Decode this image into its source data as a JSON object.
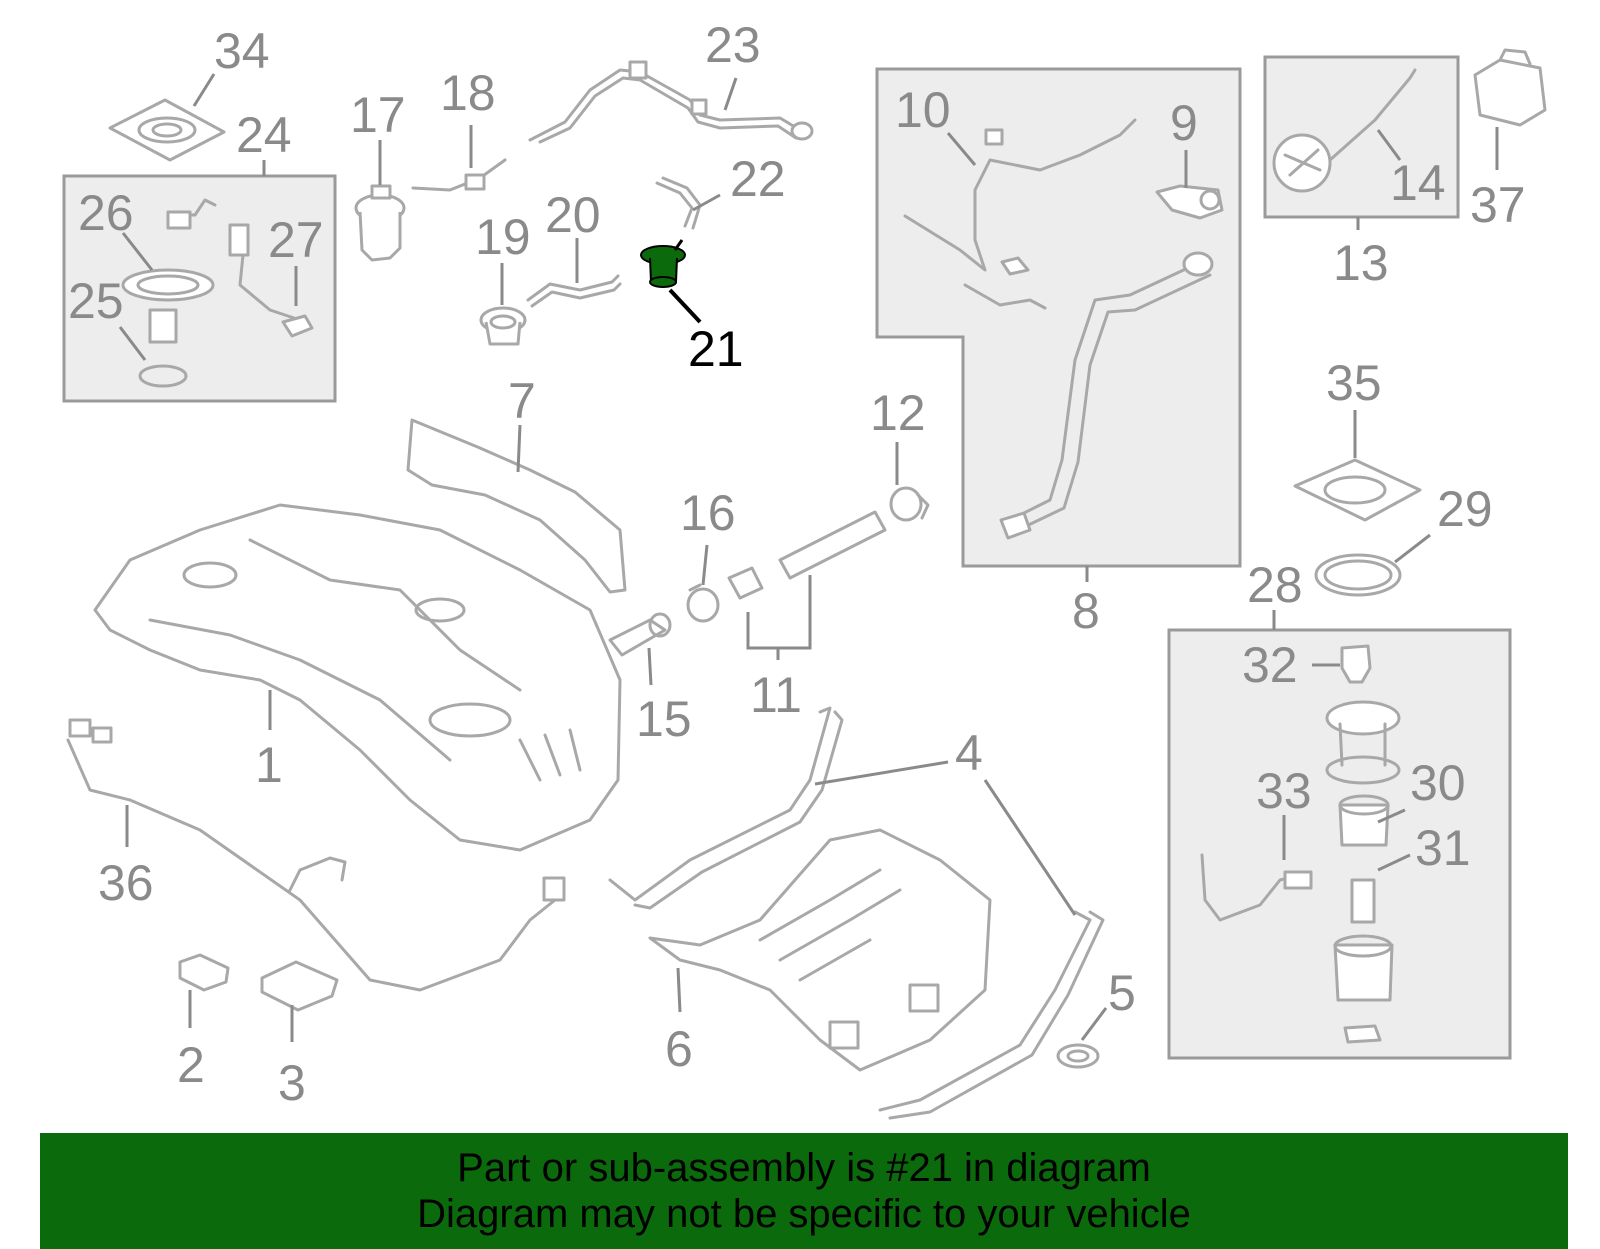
{
  "highlight": {
    "part_number": "21",
    "color": "#0b6a0b"
  },
  "callouts": {
    "c1": "1",
    "c2": "2",
    "c3": "3",
    "c4a": "4",
    "c5": "5",
    "c6": "6",
    "c7": "7",
    "c8": "8",
    "c9": "9",
    "c10": "10",
    "c11": "11",
    "c12": "12",
    "c13": "13",
    "c14": "14",
    "c15": "15",
    "c16": "16",
    "c17": "17",
    "c18": "18",
    "c19": "19",
    "c20": "20",
    "c21": "21",
    "c22": "22",
    "c23": "23",
    "c24": "24",
    "c25": "25",
    "c26": "26",
    "c27": "27",
    "c28": "28",
    "c29": "29",
    "c30": "30",
    "c31": "31",
    "c32": "32",
    "c33": "33",
    "c34": "34",
    "c35": "35",
    "c36": "36",
    "c37": "37"
  },
  "banner": {
    "line1": "Part or sub-assembly is #21 in diagram",
    "line2": "Diagram may not be specific to your vehicle",
    "background": "#0b6a0b"
  }
}
